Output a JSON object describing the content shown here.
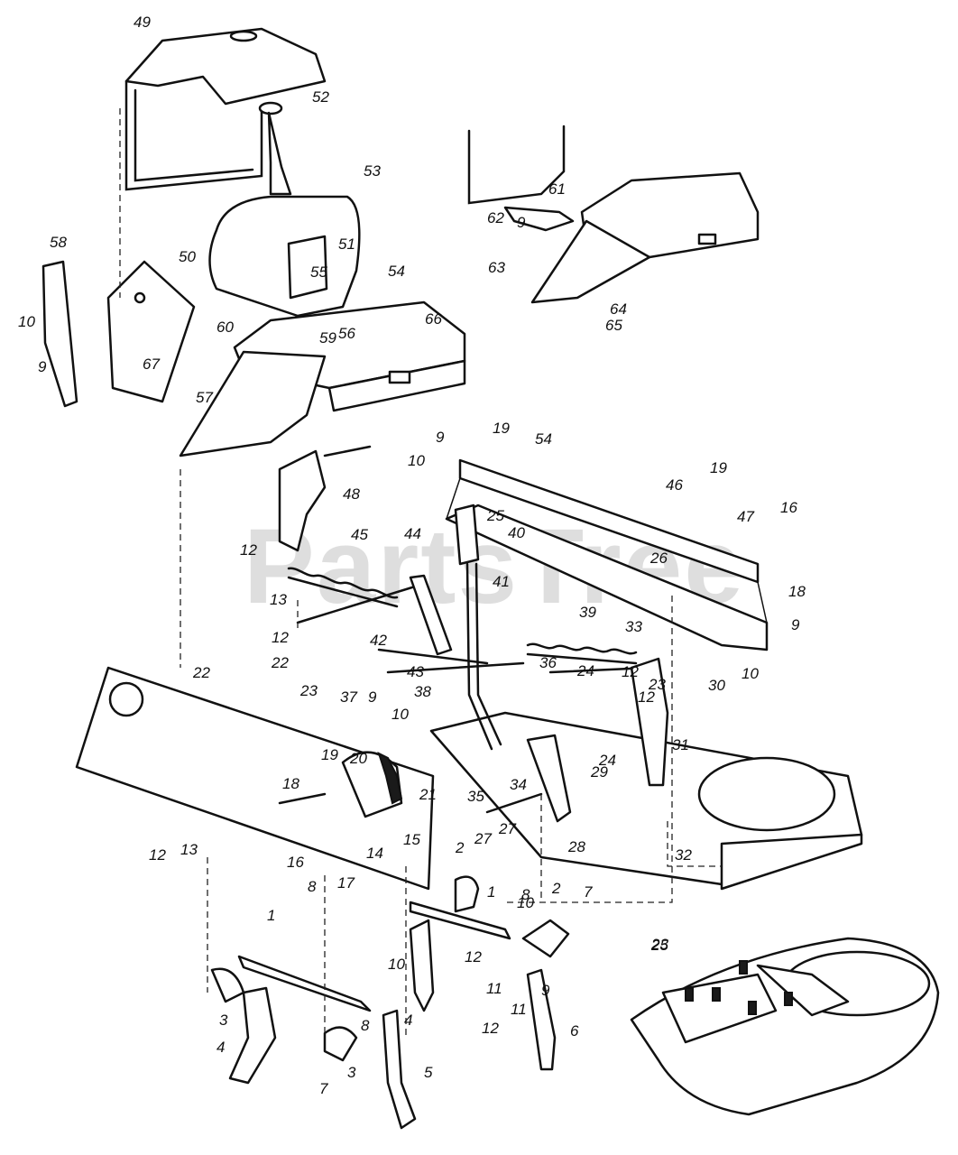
{
  "watermark": "PartsTree",
  "callouts": [
    "1",
    "1",
    "2",
    "2",
    "3",
    "3",
    "4",
    "4",
    "5",
    "6",
    "7",
    "7",
    "8",
    "8",
    "8",
    "9",
    "9",
    "9",
    "9",
    "9",
    "9",
    "10",
    "10",
    "10",
    "10",
    "10",
    "10",
    "11",
    "11",
    "12",
    "12",
    "12",
    "12",
    "12",
    "12",
    "12",
    "13",
    "13",
    "14",
    "15",
    "16",
    "16",
    "17",
    "18",
    "18",
    "19",
    "19",
    "19",
    "20",
    "21",
    "22",
    "22",
    "23",
    "23",
    "23",
    "24",
    "24",
    "25",
    "25",
    "26",
    "27",
    "27",
    "28",
    "29",
    "30",
    "31",
    "32",
    "33",
    "34",
    "35",
    "36",
    "37",
    "38",
    "39",
    "40",
    "41",
    "42",
    "43",
    "44",
    "45",
    "46",
    "47",
    "48",
    "49",
    "50",
    "51",
    "52",
    "53",
    "54",
    "54",
    "55",
    "56",
    "57",
    "58",
    "59",
    "60",
    "61",
    "62",
    "63",
    "64",
    "65",
    "66",
    "67"
  ]
}
